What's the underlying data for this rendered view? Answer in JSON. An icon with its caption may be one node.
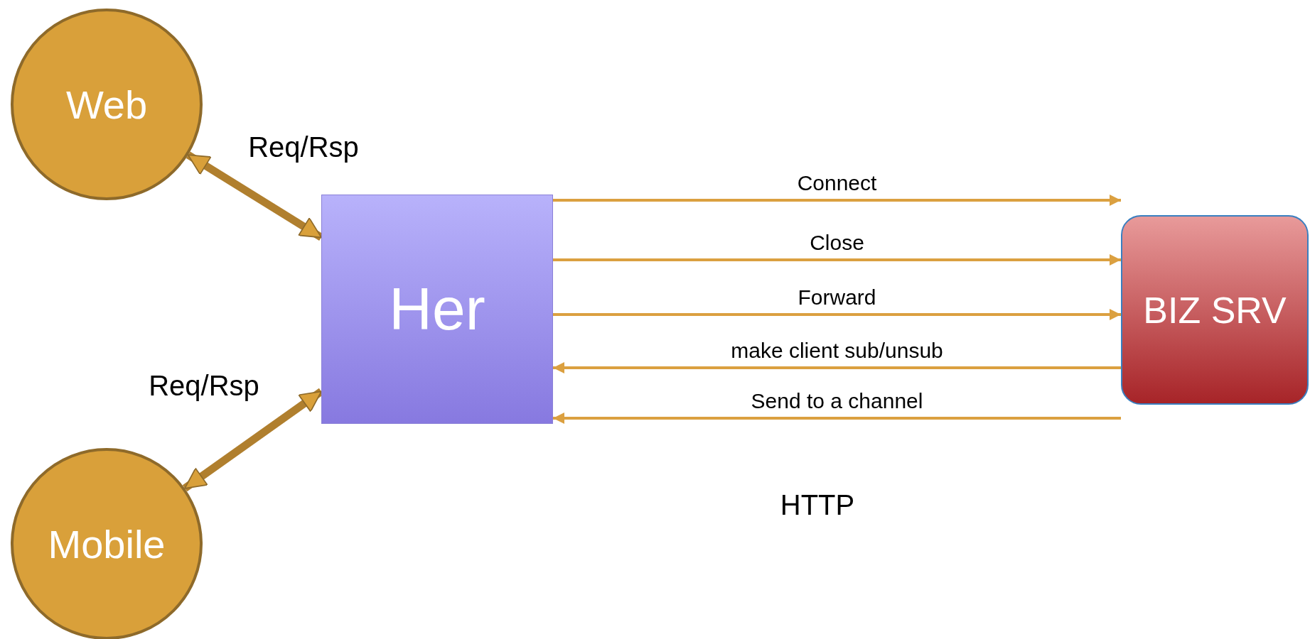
{
  "diagram": {
    "nodes": [
      {
        "text": [
          "Web"
        ]
      },
      {
        "text": [
          "Her"
        ]
      },
      {
        "text": [
          "Mobile"
        ]
      },
      {
        "text": [
          "BIZ SRV"
        ]
      }
    ],
    "edges": [
      {
        "from": 0,
        "to": 1,
        "arrow": "both",
        "label": "Req/Rsp",
        "style": "thick"
      },
      {
        "from": 2,
        "to": 1,
        "arrow": "both",
        "label": "Req/Rsp",
        "style": "thick"
      },
      {
        "from": 1,
        "to": 3,
        "arrow": "to",
        "label": "Connect"
      },
      {
        "from": 1,
        "to": 3,
        "arrow": "to",
        "label": "Close"
      },
      {
        "from": 1,
        "to": 3,
        "arrow": "to",
        "label": "Forward"
      },
      {
        "from": 3,
        "to": 1,
        "arrow": "to",
        "label": "make client sub/unsub"
      },
      {
        "from": 3,
        "to": 1,
        "arrow": "to",
        "label": "Send to a channel"
      }
    ],
    "labels": [
      "HTTP"
    ]
  }
}
